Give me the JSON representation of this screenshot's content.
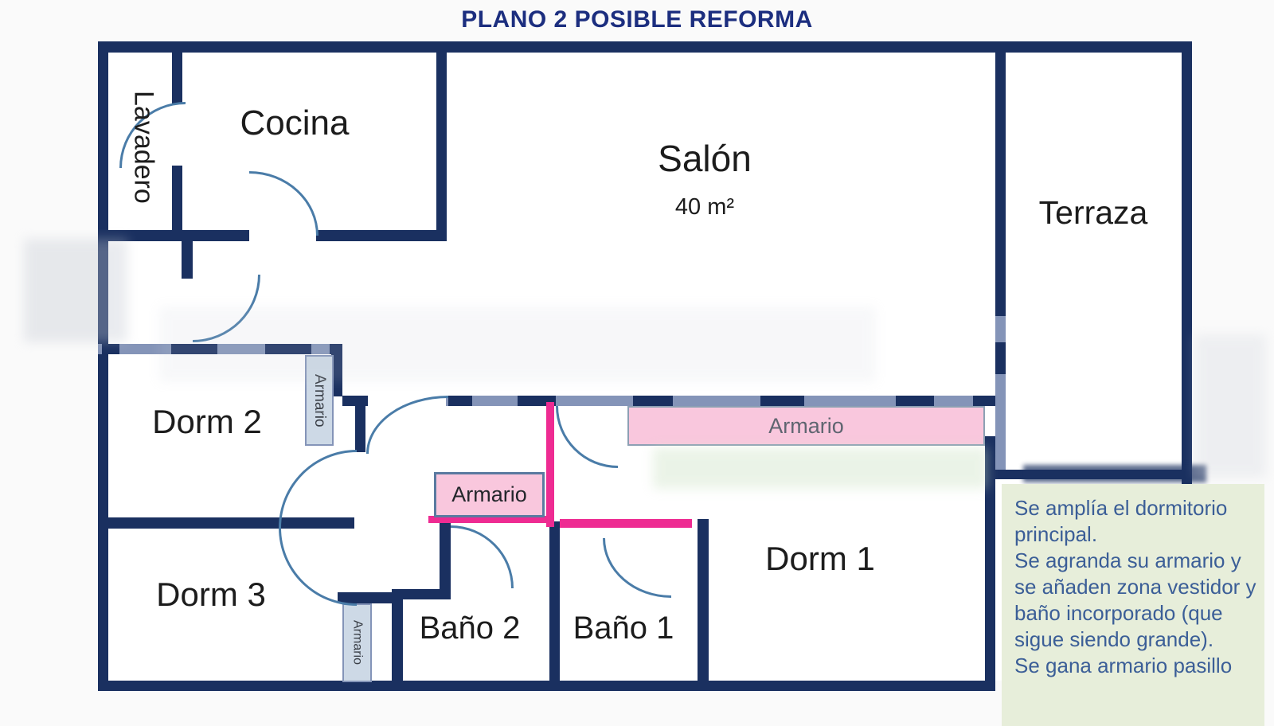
{
  "title": "PLANO 2 POSIBLE REFORMA",
  "rooms": {
    "lavadero": "Lavadero",
    "cocina": "Cocina",
    "salon": "Salón",
    "salon_area": "40 m²",
    "terraza": "Terraza",
    "dorm2": "Dorm 2",
    "dorm3": "Dorm 3",
    "dorm1": "Dorm 1",
    "bano2": "Baño 2",
    "bano1": "Baño 1"
  },
  "closets": {
    "pasillo_band": "Armario",
    "hall_mid": "Armario",
    "dorm2_side": "Armario",
    "hall_small": "Armario"
  },
  "annotation": {
    "line1": "Se amplía el dormitorio principal.",
    "line2": "Se agranda su armario y se añaden zona vestidor y baño incorporado (que sigue siendo grande).",
    "line3": "Se gana armario pasillo"
  },
  "colors": {
    "wall_navy": "#1a3060",
    "wall_gray": "#8494b8",
    "wall_magenta": "#ee2b92",
    "closet_pink": "#f9c7dd",
    "closet_blue": "#cdd9e6",
    "door_arc": "#4a7ca8",
    "title_blue": "#1c2e7f",
    "note_bg": "#e7eeda",
    "note_text": "#3b5e97"
  }
}
